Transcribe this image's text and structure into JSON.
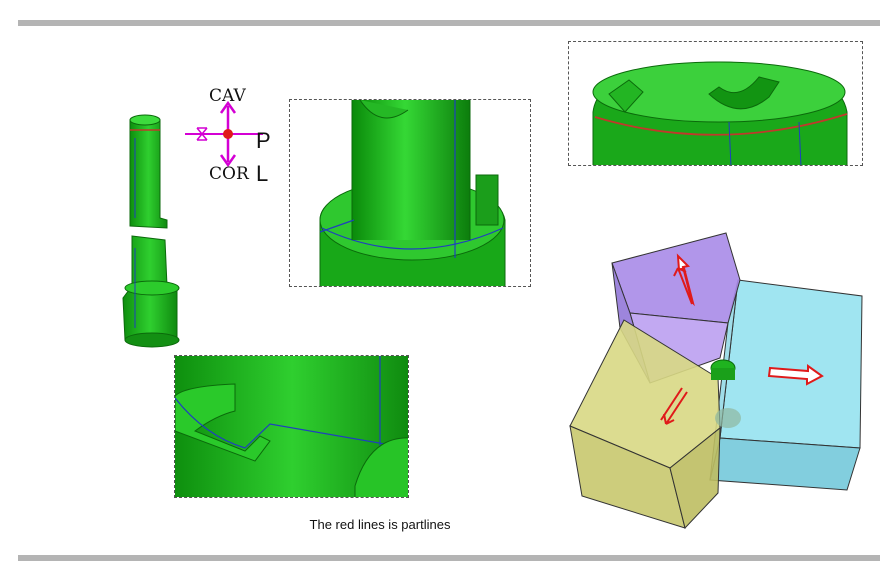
{
  "labels": {
    "cav": "CAV",
    "cor": "COR",
    "p": "P",
    "l": "L"
  },
  "caption": "The red lines is  partlines",
  "colors": {
    "part_green": "#1fb31f",
    "part_dark": "#0e7a0e",
    "parting_red": "#c0392b",
    "edge_blue": "#1f3fbf",
    "direction_magenta": "#d400d4",
    "slider_purple": "#a98be8",
    "slider_cyan": "#8fe0ee",
    "slider_yellow": "#d8d884",
    "arrow_red": "#e01a1a"
  }
}
